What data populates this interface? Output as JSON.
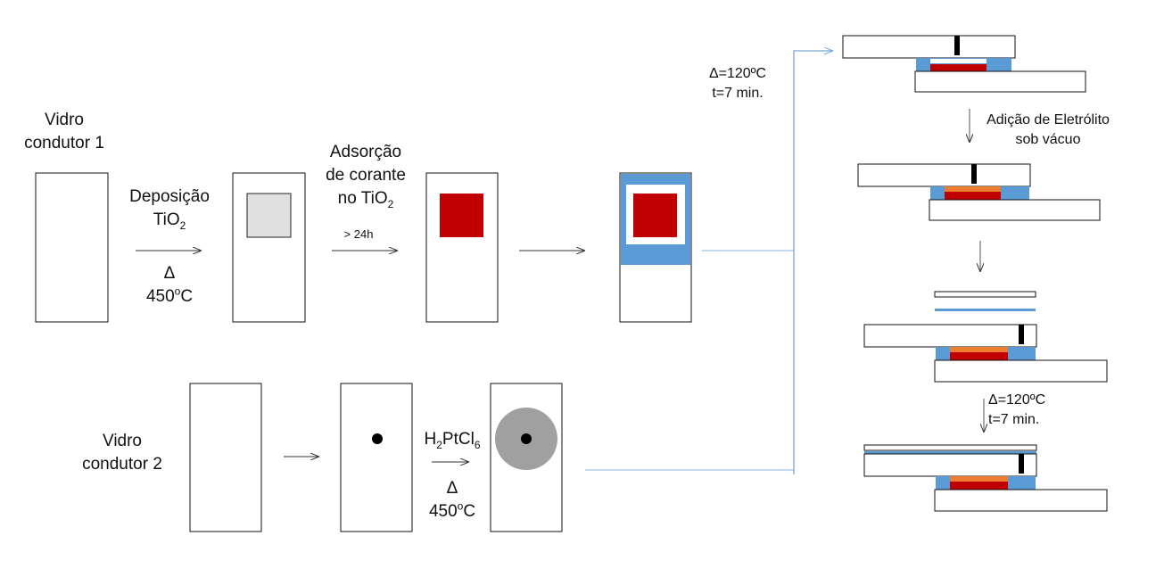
{
  "labels": {
    "glass1_line1": "Vidro",
    "glass1_line2": "condutor 1",
    "glass2_line1": "Vidro",
    "glass2_line2": "condutor 2",
    "deposition_word": "Deposição",
    "tio2_prefix": "TiO",
    "tio2_sub": "2",
    "delta": "Δ",
    "temp_value": "450",
    "temp_sup": "o",
    "temp_unit": "C",
    "adsorption_line1": "Adsorção",
    "adsorption_line2": "de corante",
    "adsorption_line3_prefix": "no TiO",
    "adsorption_line3_sub": "2",
    "adsorption_time": "> 24h",
    "h2ptcl6_h": "H",
    "h2ptcl6_sub1": "2",
    "h2ptcl6_ptcl": "PtCl",
    "h2ptcl6_sub2": "6",
    "delta2": "Δ",
    "temp2_value": "450",
    "temp2_sup": "o",
    "temp2_unit": "C",
    "seal_temp": "Δ=120ºC",
    "seal_time": "t=7 min.",
    "electrolyte_line1": "Adição de Eletrólito",
    "electrolyte_line2": "sob vácuo",
    "seal2_temp": "Δ=120ºC",
    "seal2_time": "t=7 min."
  },
  "colors": {
    "dye_red": "#c00000",
    "tio2_gray": "#e0e0e0",
    "sealant_blue": "#5b9bd5",
    "electrolyte_orange": "#ed7d31",
    "platinum_gray": "#a0a0a0",
    "connector_line": "#9dc3e6"
  }
}
